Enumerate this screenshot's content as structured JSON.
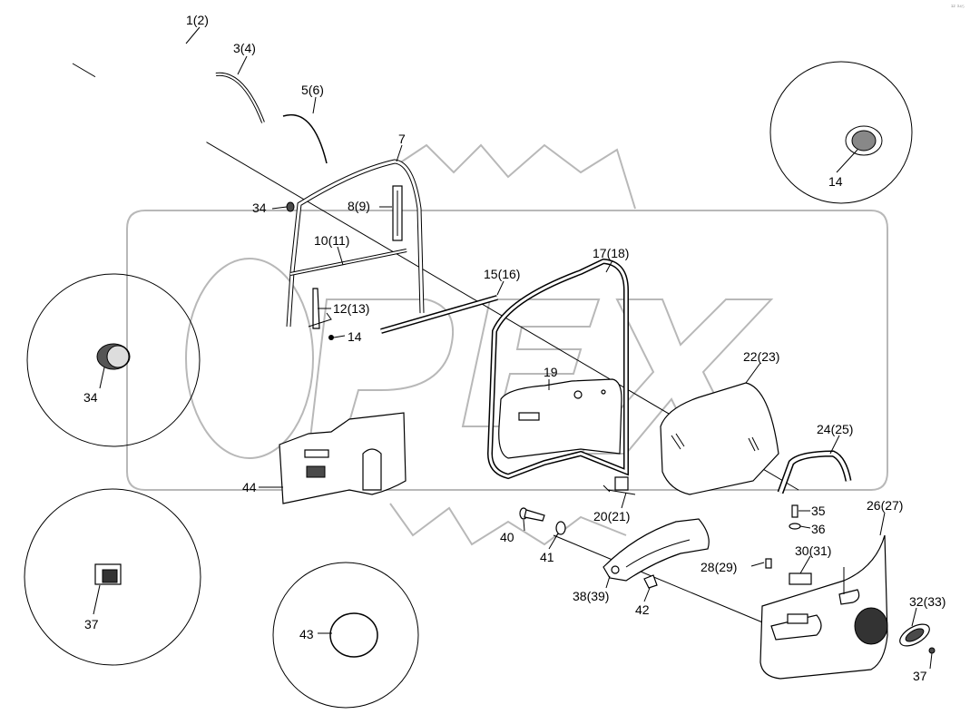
{
  "diagram": {
    "watermark": "OPEX",
    "corner_mark": "¹² ³⁴⁵",
    "labels": {
      "p1_2": "1(2)",
      "p3_4": "3(4)",
      "p5_6": "5(6)",
      "p7": "7",
      "p8_9": "8(9)",
      "p10_11": "10(11)",
      "p12_13": "12(13)",
      "p14_a": "14",
      "p14_b": "14",
      "p15_16": "15(16)",
      "p17_18": "17(18)",
      "p19": "19",
      "p20_21": "20(21)",
      "p22_23": "22(23)",
      "p24_25": "24(25)",
      "p26_27": "26(27)",
      "p28_29": "28(29)",
      "p30_31": "30(31)",
      "p32_33": "32(33)",
      "p34_a": "34",
      "p34_b": "34",
      "p35": "35",
      "p36": "36",
      "p37_a": "37",
      "p37_b": "37",
      "p38_39": "38(39)",
      "p40": "40",
      "p41": "41",
      "p42": "42",
      "p43": "43",
      "p44": "44"
    }
  }
}
